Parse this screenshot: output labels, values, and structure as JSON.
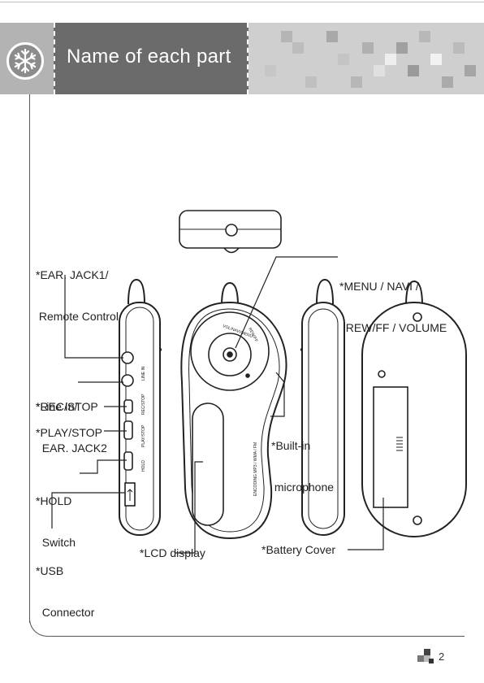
{
  "header": {
    "title": "Name of each part",
    "icon": "snowflake-icon"
  },
  "labels": {
    "ear_jack1": [
      "*EAR. JACK1/",
      " Remote Control"
    ],
    "menu_navi": [
      "*MENU / NAVI /",
      "  REW/FF / VOLUME"
    ],
    "line_in": [
      "*Line In/",
      "  EAR. JACK2"
    ],
    "rec_stop": "*REC/STOP",
    "play_stop": "*PLAY/STOP",
    "hold": [
      "*HOLD",
      "  Switch"
    ],
    "usb": [
      "*USB",
      "  Connector"
    ],
    "built_in_mic": [
      "*Built-in",
      " microphone"
    ],
    "lcd": "*LCD display",
    "battery": "*Battery Cover"
  },
  "device_text": {
    "side_line_in": "LINE IN",
    "side_rec": "REC/STOP",
    "side_play": "PLAY/STOP",
    "side_hold": "HOLD",
    "front_brand": "ENCODING MP3 / WMA / FM",
    "wheel_top": "VOL/NAVI/MENU",
    "wheel_bottom": "REW/FF"
  },
  "footer": {
    "page_number": "2"
  }
}
